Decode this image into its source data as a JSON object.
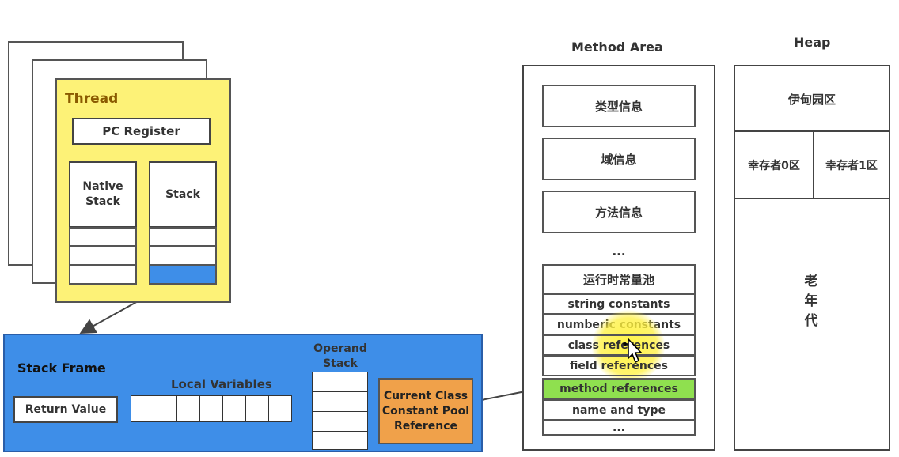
{
  "thread": {
    "title": "Thread",
    "pc_register": "PC Register",
    "native_stack": "Native\nStack",
    "stack": "Stack"
  },
  "stack_frame": {
    "title": "Stack Frame",
    "return_value": "Return Value",
    "local_variables": "Local Variables",
    "operand_stack": "Operand\nStack",
    "constant_pool_ref": "Current Class\nConstant Pool\nReference"
  },
  "method_area": {
    "title": "Method Area",
    "items": [
      "类型信息",
      "域信息",
      "方法信息"
    ],
    "ellipsis": "...",
    "runtime_pool": {
      "title": "运行时常量池",
      "rows": [
        "string constants",
        "numberic constants",
        "class references",
        "field references",
        "method references",
        "name and type",
        "..."
      ],
      "highlight_color": "#8fe04f"
    }
  },
  "heap": {
    "title": "Heap",
    "eden": "伊甸园区",
    "survivor0": "幸存者0区",
    "survivor1": "幸存者1区",
    "old_gen": "老\n年\n代"
  },
  "colors": {
    "thread": "#fdf277",
    "frame": "#3e8ee8",
    "pool": "#f0a14a",
    "stack_top": "#3e8ee8"
  }
}
